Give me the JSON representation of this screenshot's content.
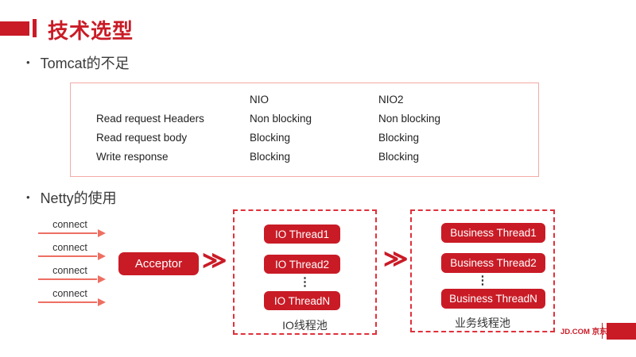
{
  "slide": {
    "title": "技术选型",
    "bullet_glyph": "•",
    "bullets": {
      "tomcat": "Tomcat的不足",
      "netty": "Netty的使用"
    }
  },
  "table": {
    "columns": [
      "",
      "NIO",
      "NIO2"
    ],
    "rows": [
      {
        "label": "Read request Headers",
        "nio": "Non blocking",
        "nio2": "Non blocking"
      },
      {
        "label": "Read request body",
        "nio": "Blocking",
        "nio2": "Blocking"
      },
      {
        "label": "Write response",
        "nio": "Blocking",
        "nio2": "Blocking"
      }
    ]
  },
  "diagram": {
    "connect_labels": [
      "connect",
      "connect",
      "connect",
      "connect"
    ],
    "acceptor_label": "Acceptor",
    "chevron_glyph": "≫",
    "io_pool": {
      "threads": [
        "IO Thread1",
        "IO Thread2",
        "IO ThreadN"
      ],
      "ellipsis": "⋮",
      "label": "IO线程池"
    },
    "business_pool": {
      "threads": [
        "Business Thread1",
        "Business Thread2",
        "Business ThreadN"
      ],
      "ellipsis": "⋮",
      "label": "业务线程池"
    }
  },
  "footer": {
    "logo_text": "JD.COM 京东"
  },
  "colors": {
    "brand_red": "#C91B26",
    "dashed_red": "#E0303A",
    "arrow_red": "#EE6F62",
    "table_border": "#F2ABA6",
    "text_dark": "#333333"
  }
}
